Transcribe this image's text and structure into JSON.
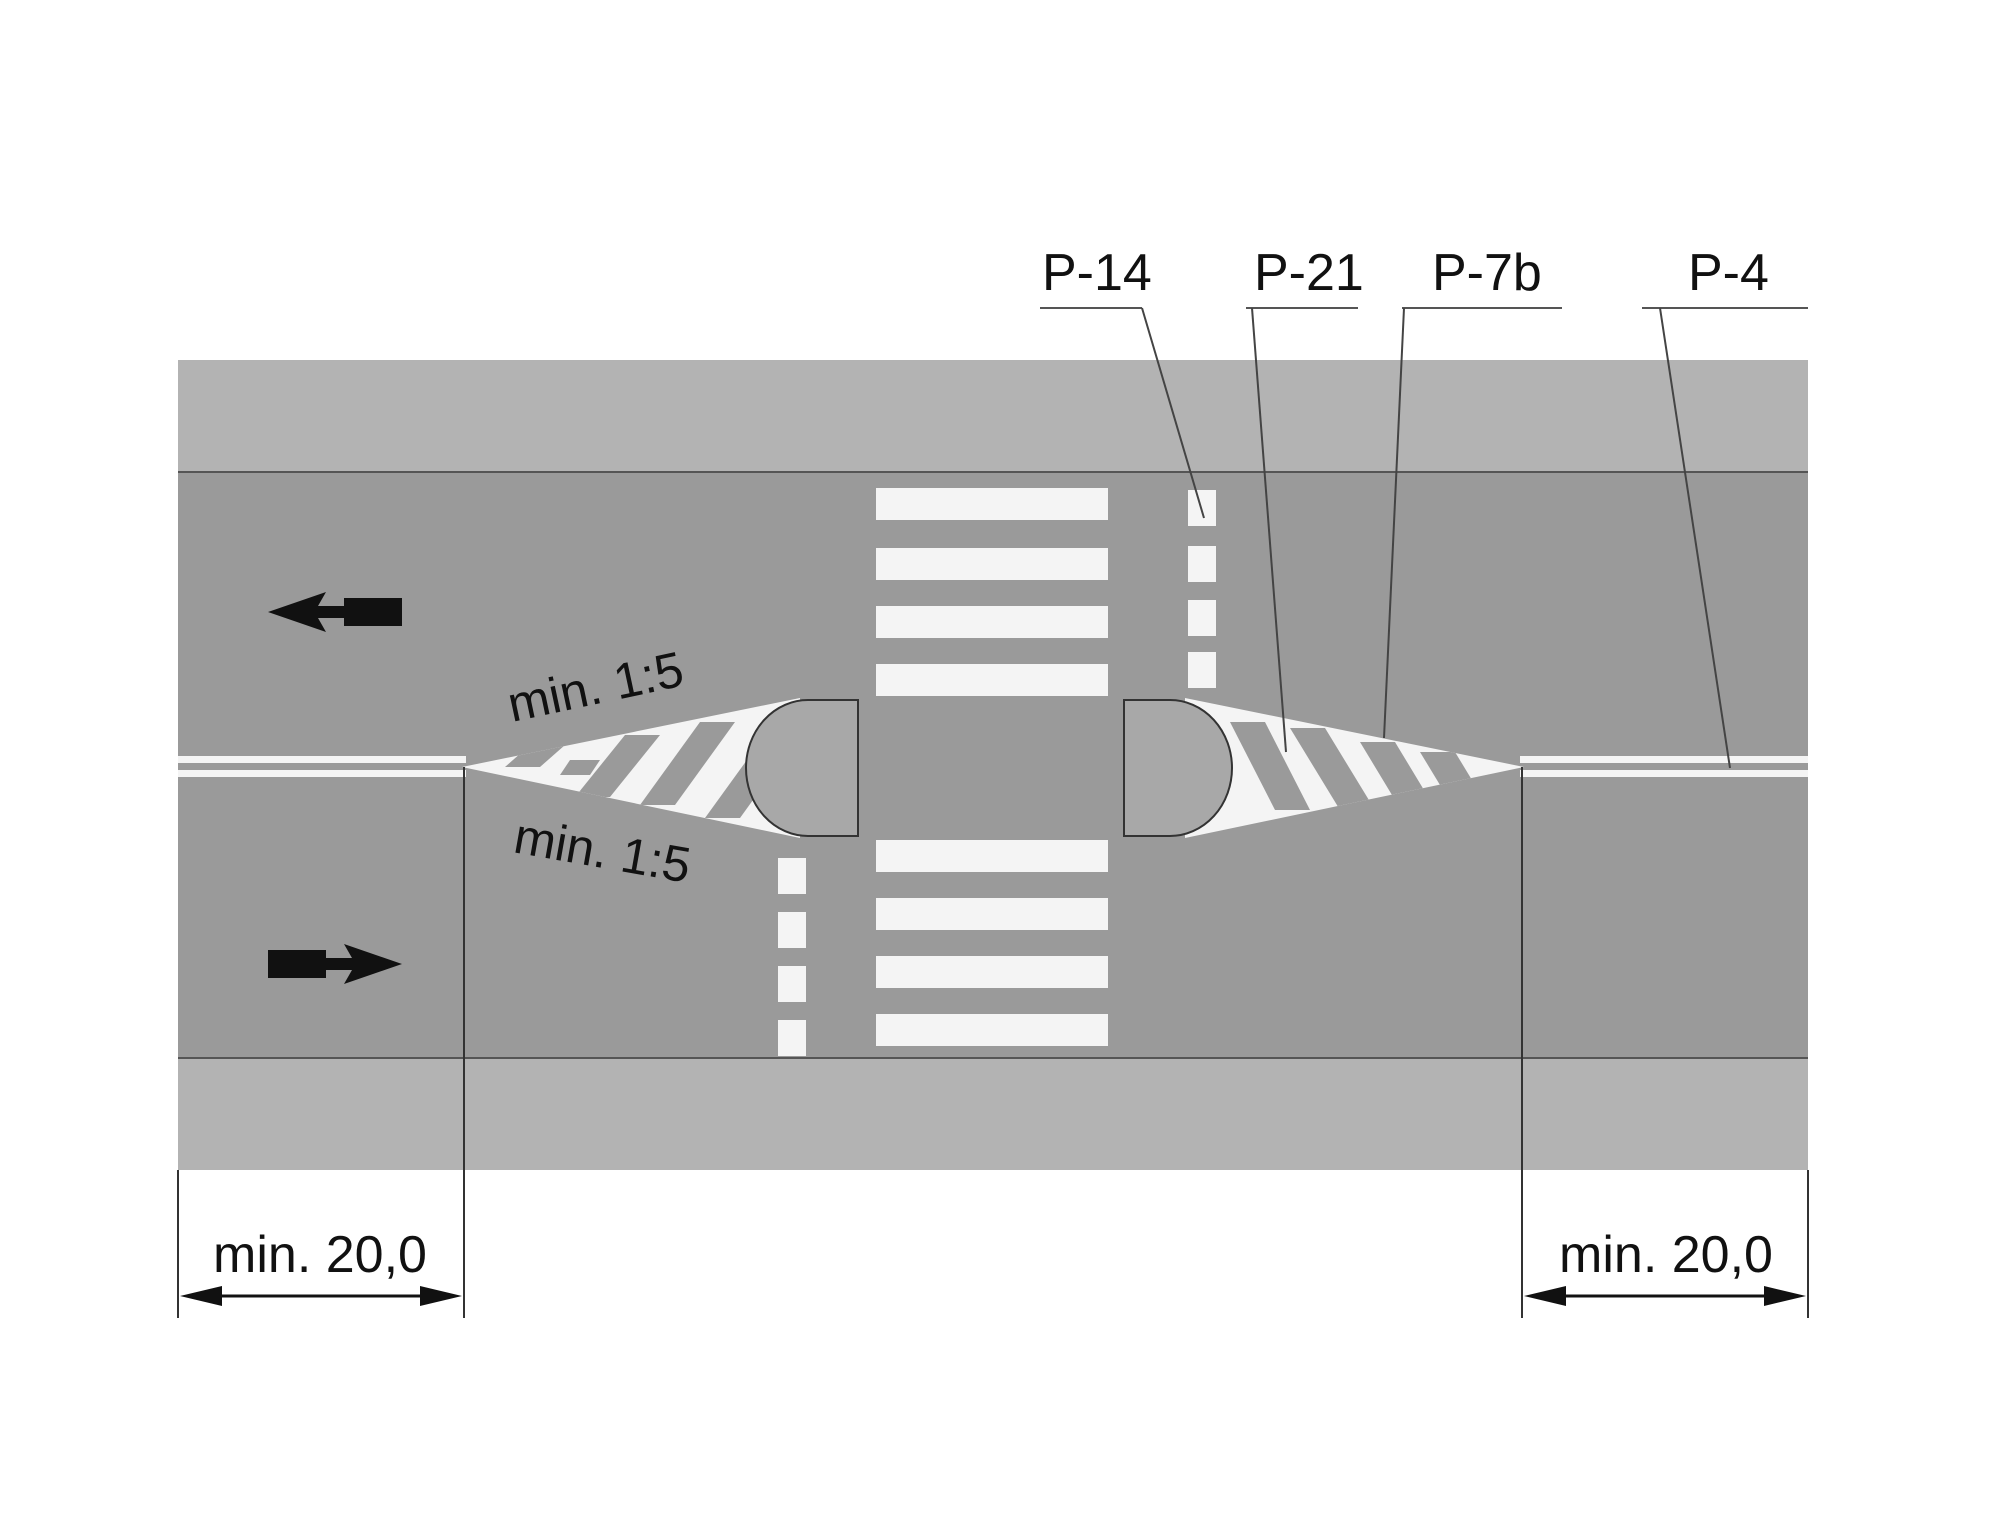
{
  "labels": {
    "p14": "P-14",
    "p21": "P-21",
    "p7b": "P-7b",
    "p4": "P-4"
  },
  "slopes": {
    "upper": "min. 1:5",
    "lower": "min. 1:5"
  },
  "dimensions": {
    "left": "min. 20,0",
    "right": "min. 20,0"
  },
  "colors": {
    "sidewalk": "#b3b3b3",
    "roadway": "#9a9a9a",
    "island": "#a8a8a8",
    "marking": "#f4f4f4",
    "line": "#333333"
  },
  "icons": {
    "arrow_upper": "arrow-left-icon",
    "arrow_lower": "arrow-right-icon"
  }
}
